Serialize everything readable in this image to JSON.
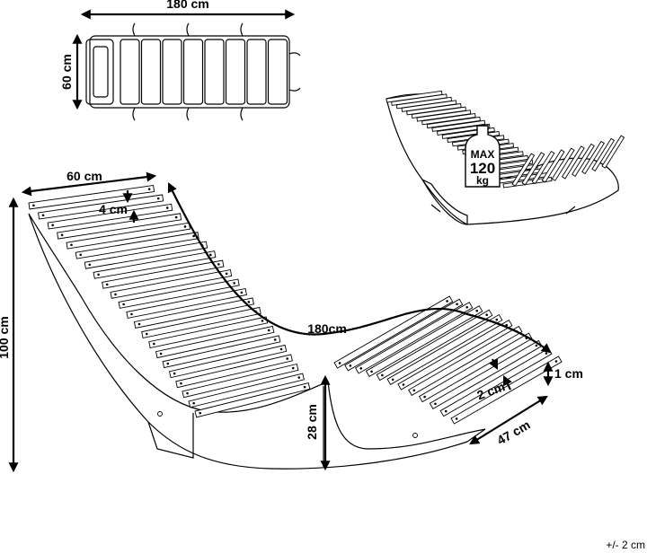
{
  "dimensions": {
    "cushion_length": "180 cm",
    "cushion_width": "60 cm",
    "seat_width": "60 cm",
    "slat_width": "4 cm",
    "overall_length": "180cm",
    "height": "100 cm",
    "seat_height": "28 cm",
    "slat_gap": "2 cm",
    "slat_thickness": "1 cm",
    "base_depth": "47 cm"
  },
  "weight_badge": {
    "max": "MAX",
    "value": "120",
    "unit": "kg"
  },
  "tolerance": "+/- 2 cm"
}
